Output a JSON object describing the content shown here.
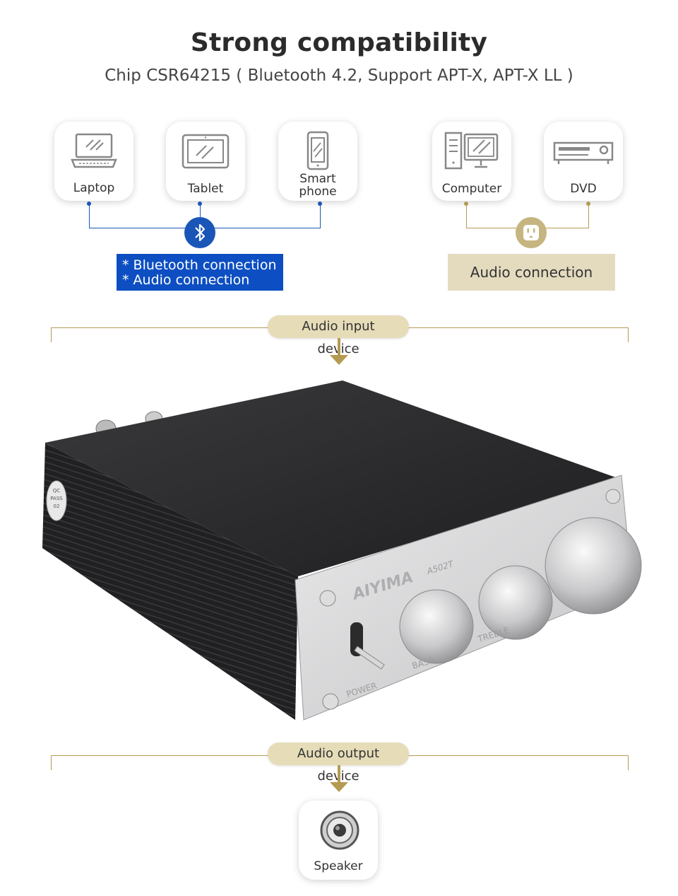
{
  "header": {
    "title": "Strong compatibility",
    "subtitle": "Chip CSR64215 ( Bluetooth 4.2, Support APT-X, APT-X LL )"
  },
  "devices": {
    "laptop": "Laptop",
    "tablet": "Tablet",
    "smartphone_line1": "Smart",
    "smartphone_line2": "phone",
    "computer": "Computer",
    "dvd": "DVD"
  },
  "bluetooth_box": {
    "line1": "* Bluetooth connection",
    "line2": "* Audio connection"
  },
  "audio_box": {
    "label": "Audio connection"
  },
  "input_pill": "Audio input device",
  "output_pill": "Audio output device",
  "product": {
    "brand": "AIYIMA",
    "model": "A502T",
    "knob_labels": [
      "BASS",
      "TREBLE"
    ],
    "power_label": "POWER",
    "qc_label_line1": "QC",
    "qc_label_line2": "PASS",
    "qc_label_line3": "02"
  },
  "speaker": {
    "label": "Speaker"
  },
  "colors": {
    "bluetooth_blue": "#0d4fc2",
    "gold": "#b59a52",
    "pill_beige": "#e6dcb8",
    "audio_box_beige": "#e4dbbf"
  }
}
